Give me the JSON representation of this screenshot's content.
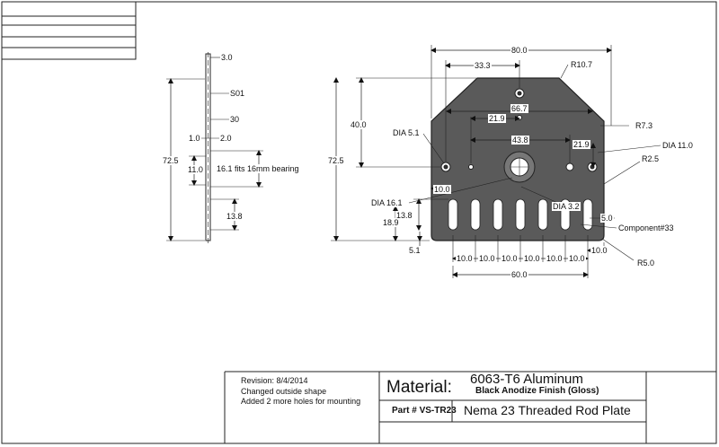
{
  "revision_notes": {
    "revision": "Revision: 8/4/2014",
    "change_1": "Changed outside shape",
    "change_2": "Added 2 more holes for mounting"
  },
  "title_block": {
    "material_label": "Material:",
    "material_value": "6063-T6 Aluminum",
    "finish": "Black Anodize Finish (Gloss)",
    "part_label": "Part # VS-TR23",
    "part_name": "Nema 23 Threaded Rod Plate"
  },
  "side_view": {
    "dim_thickness": "3.0",
    "dim_s01": "S01",
    "dim_30": "30",
    "dim_1_0": "1.0",
    "dim_2_0": "2.0",
    "dim_height": "72.5",
    "dim_11_0": "11.0",
    "bearing_note": "16.1 fits 16mm bearing",
    "dim_13_8": "13.8"
  },
  "front_view": {
    "dim_width": "80.0",
    "dim_33_3": "33.3",
    "dim_r10_7": "R10.7",
    "dim_66_7": "66.7",
    "dim_r7_3": "R7.3",
    "dim_40_0": "40.0",
    "dim_21_9_h": "21.9",
    "dim_dia_5_1": "DIA 5.1",
    "dim_43_8": "43.8",
    "dim_21_9_v": "21.9",
    "dim_dia_11_0": "DIA 11.0",
    "dim_r2_5": "R2.5",
    "dim_height": "72.5",
    "dim_10_0_left": "10.0",
    "dim_dia_16_1": "DIA 16.1",
    "dim_dia_3_2": "DIA 3.2",
    "dim_13_8": "13.8",
    "dim_18_9": "18.9",
    "dim_5_0": "5.0",
    "component": "Component#33",
    "dim_5_1": "5.1",
    "slot_spacing": [
      "10.0",
      "10.0",
      "10.0",
      "10.0",
      "10.0",
      "10.0"
    ],
    "dim_10_0_right": "10.0",
    "dim_r5_0": "R5.0",
    "dim_60_0": "60.0"
  }
}
